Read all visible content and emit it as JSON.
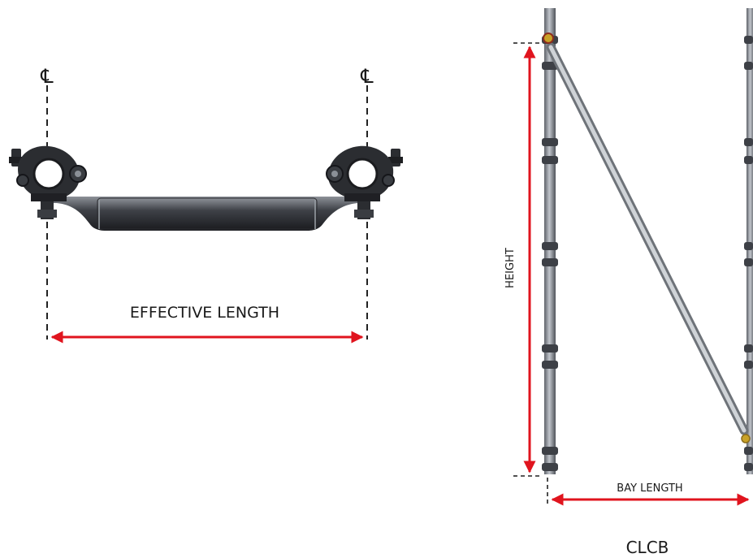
{
  "left_diagram": {
    "centerline_symbol": "℄",
    "dimension_label": "EFFECTIVE LENGTH"
  },
  "right_diagram": {
    "height_label": "HEIGHT",
    "bay_label": "BAY LENGTH",
    "caption": "CLCB"
  },
  "colors": {
    "dimension_arrow": "#e0141e",
    "tube_dark": "#6d7178",
    "tube_light": "#b7bcc3",
    "clamp": "#2b2d31"
  }
}
